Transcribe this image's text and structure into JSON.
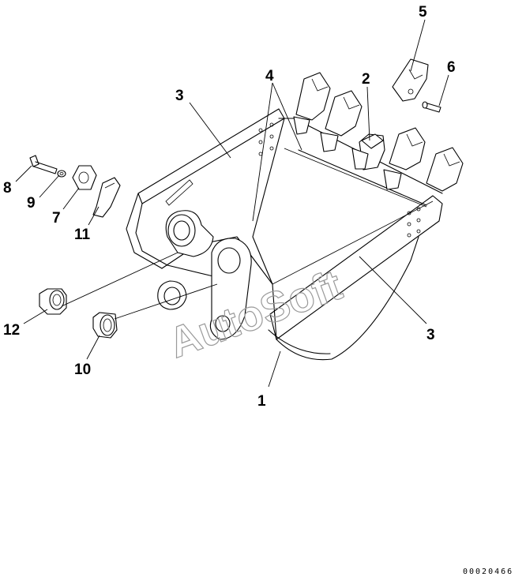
{
  "callouts": [
    {
      "id": "1",
      "label": "1"
    },
    {
      "id": "2",
      "label": "2"
    },
    {
      "id": "3a",
      "label": "3"
    },
    {
      "id": "3b",
      "label": "3"
    },
    {
      "id": "4",
      "label": "4"
    },
    {
      "id": "5",
      "label": "5"
    },
    {
      "id": "6",
      "label": "6"
    },
    {
      "id": "7",
      "label": "7"
    },
    {
      "id": "8",
      "label": "8"
    },
    {
      "id": "9",
      "label": "9"
    },
    {
      "id": "10",
      "label": "10"
    },
    {
      "id": "11",
      "label": "11"
    },
    {
      "id": "12",
      "label": "12"
    }
  ],
  "watermark": "AutoSoft",
  "document_number": "00020466"
}
